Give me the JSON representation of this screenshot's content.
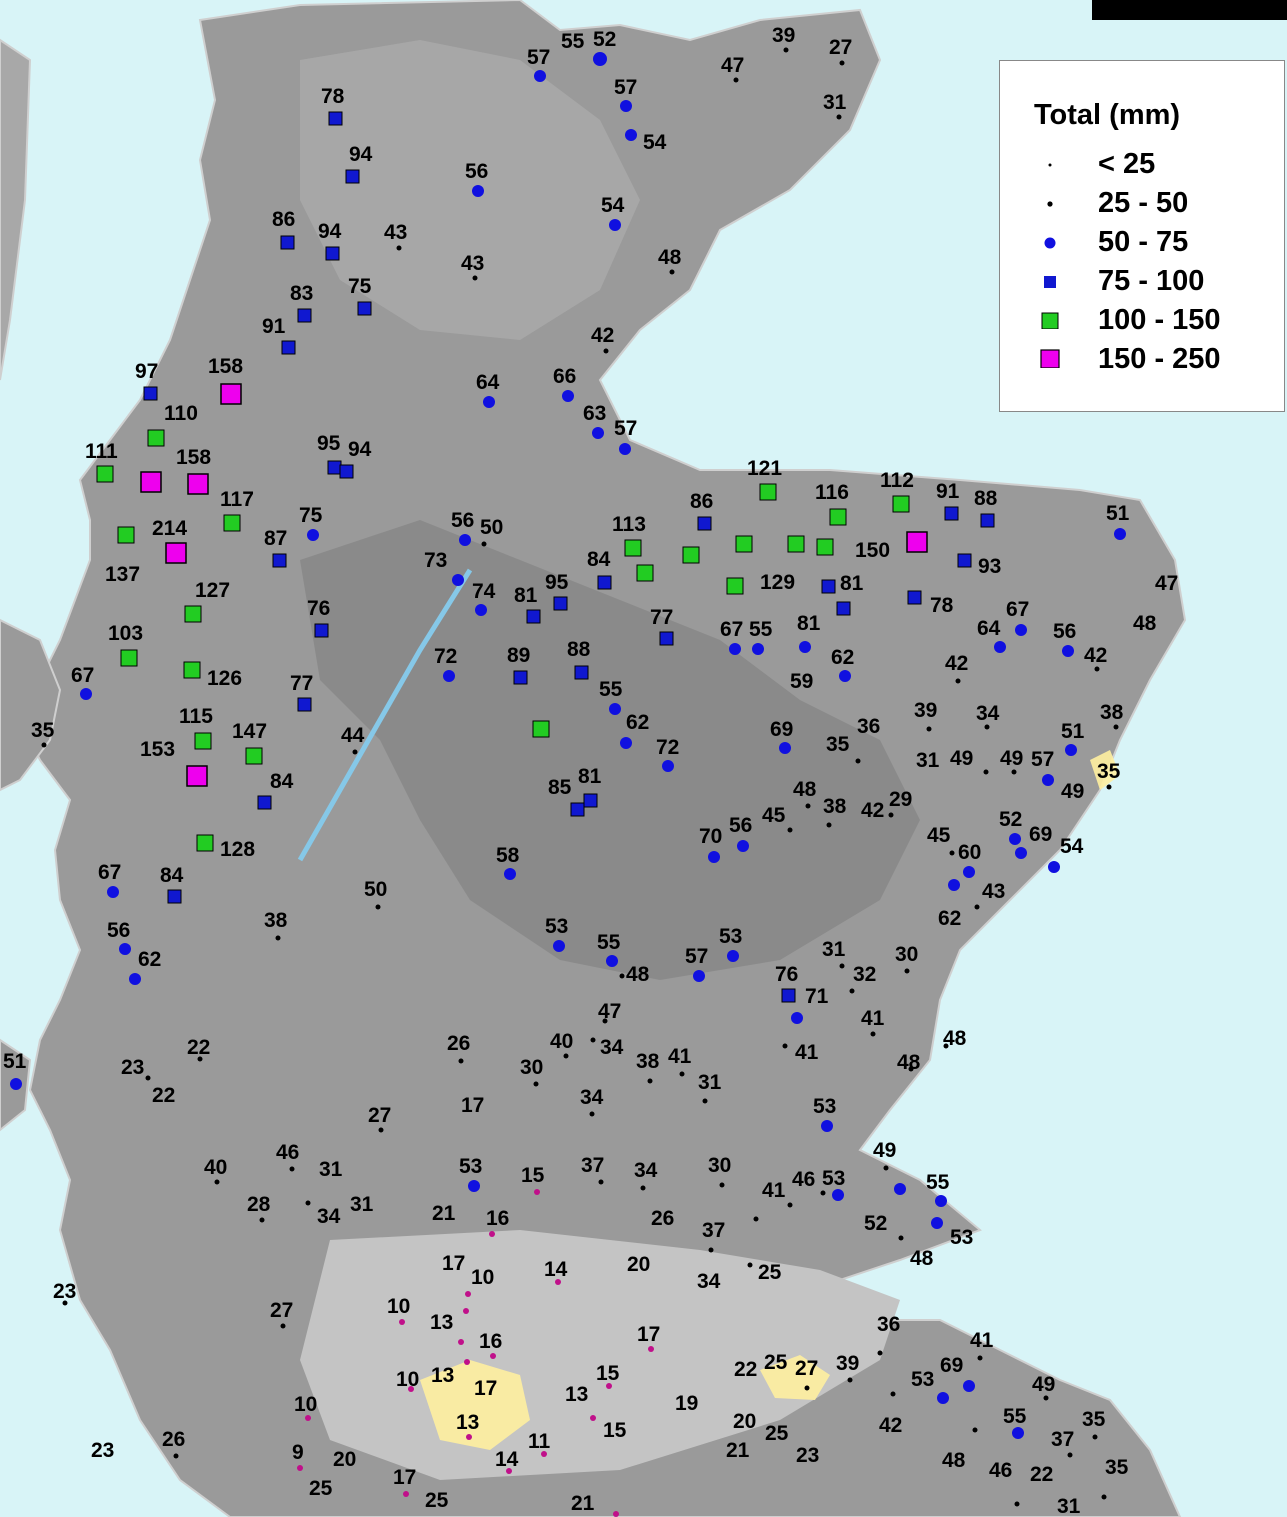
{
  "legend": {
    "title": "Total (mm)",
    "classes": [
      {
        "label": "< 25",
        "symbol": "tiny-dot",
        "color": "#000000"
      },
      {
        "label": "25 - 50",
        "symbol": "small-dot",
        "color": "#000000"
      },
      {
        "label": "50 - 75",
        "symbol": "circle",
        "color": "#1010e0"
      },
      {
        "label": "75 - 100",
        "symbol": "square",
        "color": "#1018d0"
      },
      {
        "label": "100 - 150",
        "symbol": "square",
        "color": "#22cc22"
      },
      {
        "label": "150 - 250",
        "symbol": "square",
        "color": "#ee00ee"
      }
    ]
  },
  "stations": [
    "57",
    "55",
    "52",
    "39",
    "27",
    "47",
    "31",
    "57",
    "54",
    "78",
    "94",
    "56",
    "54",
    "86",
    "94",
    "43",
    "43",
    "48",
    "83",
    "75",
    "91",
    "42",
    "97",
    "158",
    "64",
    "66",
    "63",
    "57",
    "110",
    "111",
    "158",
    "95",
    "94",
    "117",
    "214",
    "75",
    "87",
    "137",
    "127",
    "56",
    "50",
    "73",
    "74",
    "121",
    "86",
    "116",
    "112",
    "91",
    "88",
    "51",
    "113",
    "84",
    "150",
    "93",
    "129",
    "81",
    "95",
    "81",
    "78",
    "47",
    "76",
    "77",
    "67",
    "55",
    "81",
    "64",
    "67",
    "56",
    "48",
    "103",
    "42",
    "126",
    "72",
    "89",
    "88",
    "62",
    "59",
    "42",
    "67",
    "77",
    "55",
    "115",
    "147",
    "62",
    "72",
    "39",
    "34",
    "38",
    "35",
    "44",
    "153",
    "69",
    "36",
    "35",
    "31",
    "49",
    "49",
    "57",
    "51",
    "35",
    "49",
    "84",
    "85",
    "81",
    "48",
    "38",
    "42",
    "29",
    "45",
    "128",
    "56",
    "70",
    "52",
    "69",
    "54",
    "45",
    "60",
    "58",
    "67",
    "84",
    "50",
    "43",
    "62",
    "38",
    "53",
    "55",
    "31",
    "30",
    "56",
    "62",
    "48",
    "57",
    "53",
    "32",
    "76",
    "71",
    "47",
    "41",
    "48",
    "22",
    "26",
    "40",
    "34",
    "38",
    "41",
    "41",
    "48",
    "51",
    "23",
    "30",
    "22",
    "31",
    "17",
    "34",
    "53",
    "27",
    "49",
    "46",
    "40",
    "31",
    "53",
    "15",
    "37",
    "34",
    "30",
    "41",
    "46",
    "53",
    "55",
    "28",
    "34",
    "31",
    "21",
    "16",
    "26",
    "52",
    "53",
    "37",
    "48",
    "17",
    "10",
    "14",
    "20",
    "25",
    "34",
    "23",
    "27",
    "10",
    "13",
    "16",
    "17",
    "36",
    "41",
    "22",
    "25",
    "27",
    "39",
    "53",
    "69",
    "10",
    "13",
    "17",
    "15",
    "19",
    "13",
    "10",
    "49",
    "13",
    "15",
    "20",
    "25",
    "42",
    "55",
    "35",
    "37",
    "26",
    "9",
    "20",
    "21",
    "23",
    "48",
    "46",
    "22",
    "35",
    "11",
    "23",
    "14",
    "25",
    "17",
    "25",
    "21",
    "31"
  ]
}
